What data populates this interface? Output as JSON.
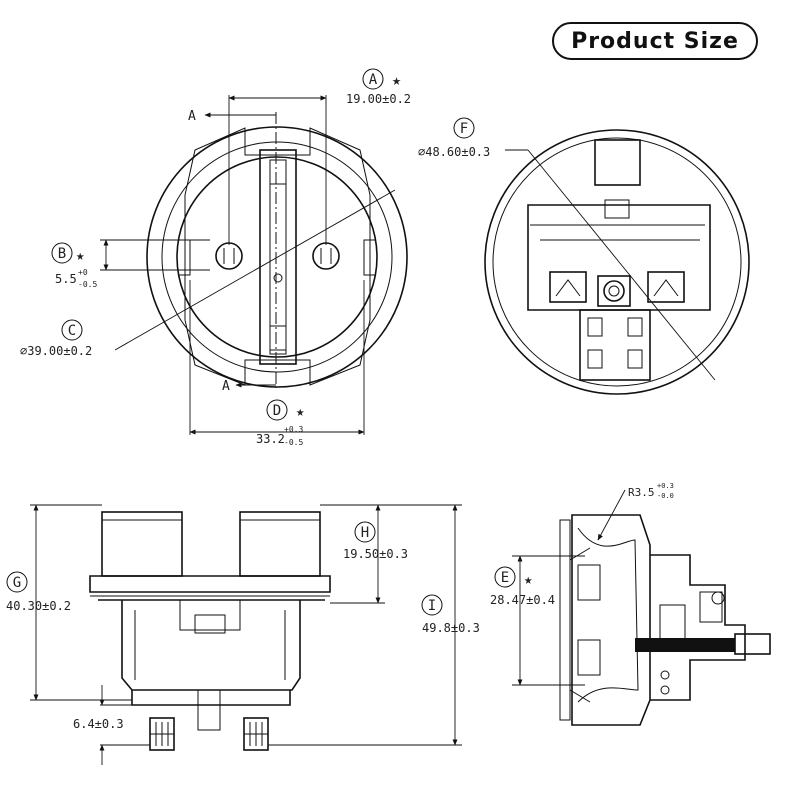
{
  "header": {
    "title": "Product Size"
  },
  "dimensions": {
    "A": {
      "letter": "A",
      "star": "★",
      "value": "19.00±0.2"
    },
    "B": {
      "letter": "B",
      "star": "★",
      "base": "5.5",
      "tol_upper": "+0",
      "tol_lower": "-0.5"
    },
    "C": {
      "letter": "C",
      "value": "⌀39.00±0.2"
    },
    "D": {
      "letter": "D",
      "star": "★",
      "base": "33.2",
      "tol_upper": "+0.3",
      "tol_lower": "-0.5"
    },
    "E": {
      "letter": "E",
      "star": "★",
      "value": "28.47±0.4"
    },
    "F": {
      "letter": "F",
      "value": "⌀48.60±0.3"
    },
    "G": {
      "letter": "G",
      "value": "40.30±0.2"
    },
    "H": {
      "letter": "H",
      "value": "19.50±0.3"
    },
    "I": {
      "letter": "I",
      "value": "49.8±0.3"
    },
    "R": {
      "base": "R3.5",
      "tol_upper": "+0.3",
      "tol_lower": "-0.0"
    },
    "bottom_gap": {
      "value": "6.4±0.3"
    },
    "section_label": "A"
  }
}
